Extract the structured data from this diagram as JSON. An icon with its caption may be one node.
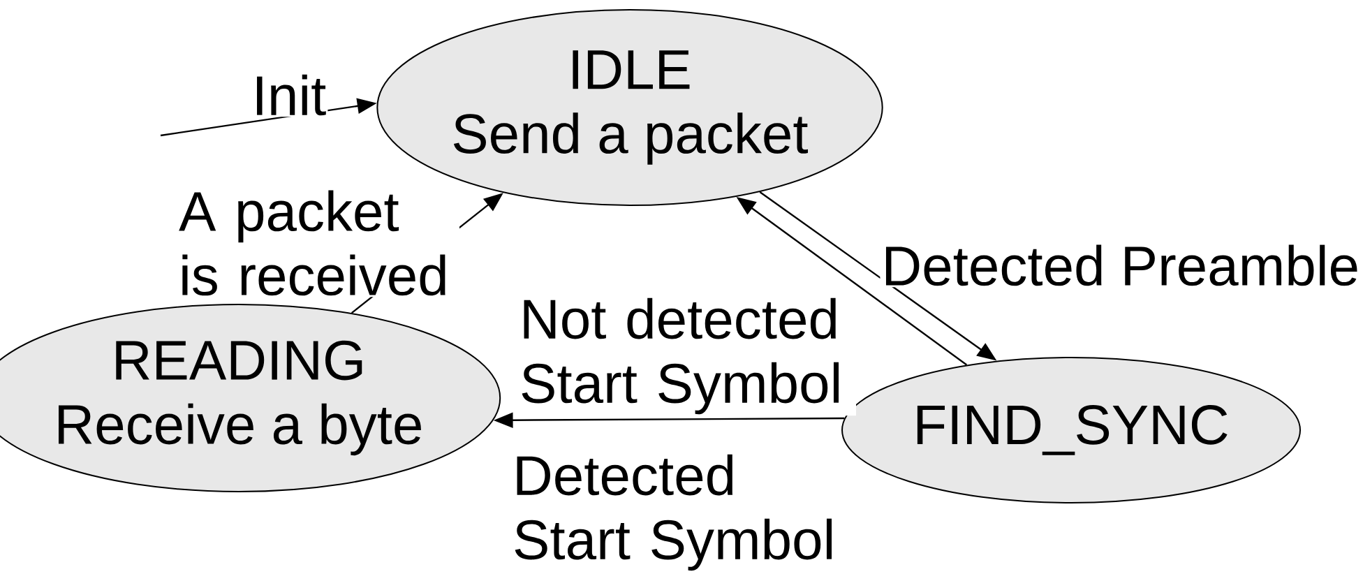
{
  "diagram": {
    "nodes": [
      {
        "text": [
          "IDLE",
          "Send a packet"
        ]
      },
      {
        "text": [
          "READING",
          "Receive a byte"
        ]
      },
      {
        "text": [
          "FIND_SYNC"
        ]
      }
    ],
    "edges": [
      {
        "from": null,
        "to": 0,
        "arrow": "to",
        "label": "Init"
      },
      {
        "from": 1,
        "to": 0,
        "arrow": "to",
        "label": "A packet is received"
      },
      {
        "from": 0,
        "to": 2,
        "arrow": "to",
        "label": "Detected Preamble"
      },
      {
        "from": 2,
        "to": 0,
        "arrow": "to"
      },
      {
        "from": 2,
        "to": 1,
        "arrow": "to",
        "label": "Not detected Start Symbol"
      }
    ],
    "labels": [
      "Detected Start Symbol"
    ]
  }
}
